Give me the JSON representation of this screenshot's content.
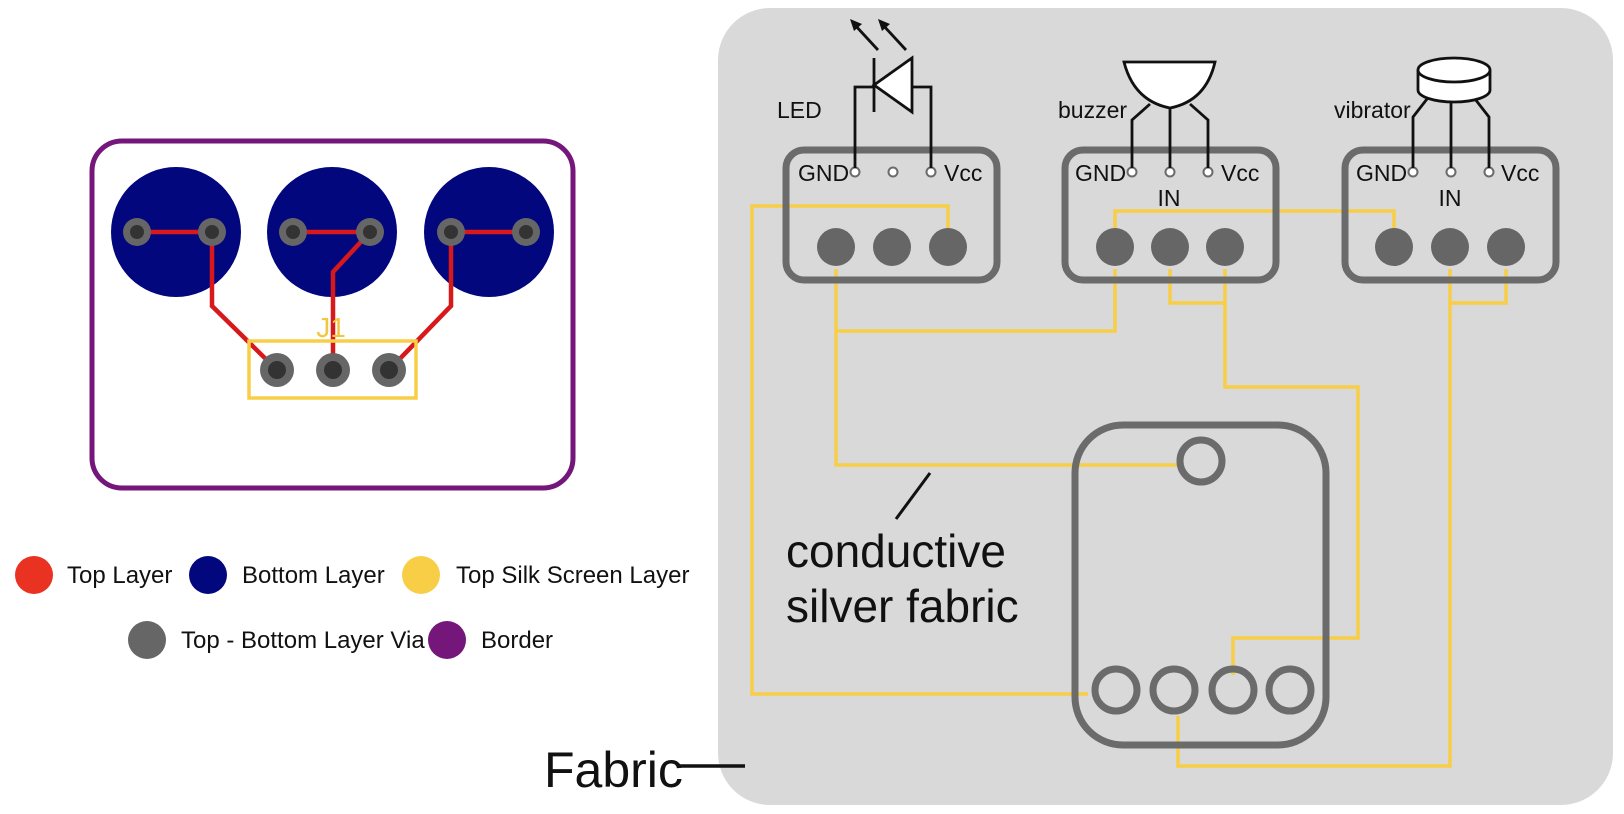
{
  "pcb": {
    "designator": "J1"
  },
  "legend": {
    "items": [
      {
        "label": "Top Layer",
        "color": "#ea3223"
      },
      {
        "label": "Bottom Layer",
        "color": "#03077e"
      },
      {
        "label": "Top Silk Screen Layer",
        "color": "#f7ce46"
      },
      {
        "label": "Top - Bottom Layer Via",
        "color": "#666666"
      },
      {
        "label": "Border",
        "color": "#74167a"
      }
    ]
  },
  "fabric": {
    "label": "Fabric",
    "background": "#d9d9d9",
    "conductor_label_line1": "conductive",
    "conductor_label_line2": "silver fabric",
    "components": {
      "led": {
        "name": "LED",
        "pin_left": "GND",
        "pin_right": "Vcc"
      },
      "buzzer": {
        "name": "buzzer",
        "pin_left": "GND",
        "pin_mid": "IN",
        "pin_right": "Vcc"
      },
      "vibrator": {
        "name": "vibrator",
        "pin_left": "GND",
        "pin_mid": "IN",
        "pin_right": "Vcc"
      }
    }
  },
  "colors": {
    "trace_top": "#d7191c",
    "silk": "#f7ce46",
    "via": "#666666",
    "outline": "#6b6b6b"
  }
}
